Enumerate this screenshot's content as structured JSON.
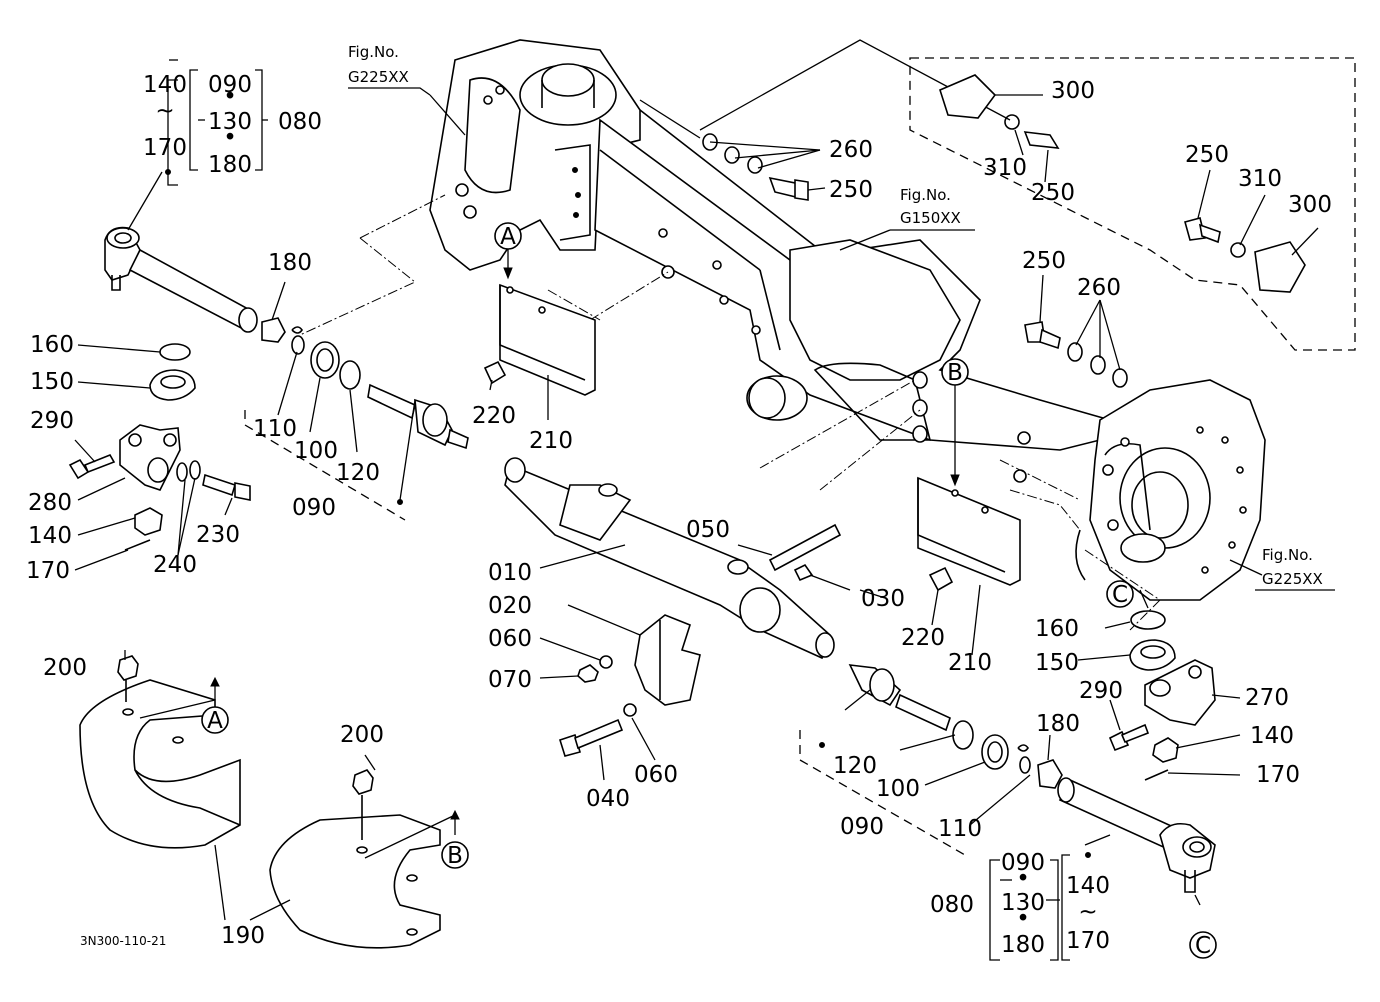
{
  "figure_refs": {
    "top_left": {
      "line1": "Fig.No.",
      "line2": "G225XX"
    },
    "center": {
      "line1": "Fig.No.",
      "line2": "G150XX"
    },
    "right": {
      "line1": "Fig.No.",
      "line2": "G225XX"
    }
  },
  "callouts": {
    "A1": "A",
    "A2": "A",
    "B1": "B",
    "B2": "B",
    "C1": "C",
    "C2": "C"
  },
  "kit_left": {
    "a_top": "140",
    "a_tilde": "~",
    "a_bot": "170",
    "b_top": "090",
    "b_dot1": "•",
    "b_mid": "130",
    "b_dot2": "•",
    "b_bot": "180",
    "assembly": "080"
  },
  "kit_right": {
    "assembly": "080",
    "b_top": "090",
    "b_dot1": "•",
    "b_mid": "130",
    "b_dot2": "•",
    "b_bot": "180",
    "a_top": "140",
    "a_tilde": "~",
    "a_bot": "170"
  },
  "labels": {
    "p180_l": "180",
    "p160_l": "160",
    "p150_l": "150",
    "p290_l": "290",
    "p280": "280",
    "p140_l": "140",
    "p170_l": "170",
    "p240": "240",
    "p230": "230",
    "p110_l": "110",
    "p100_l": "100",
    "p120_l": "120",
    "p090_l": "090",
    "p220_l": "220",
    "p210_l": "210",
    "p260_t": "260",
    "p250_t": "250",
    "p300_t": "300",
    "p310_t": "310",
    "p250_t2": "250",
    "p250_r": "250",
    "p310_r": "310",
    "p300_r": "300",
    "p250_r2": "250",
    "p260_r": "260",
    "p010": "010",
    "p020": "020",
    "p060_a": "060",
    "p070": "070",
    "p040": "040",
    "p060_b": "060",
    "p050": "050",
    "p030": "030",
    "p220_r": "220",
    "p210_r": "210",
    "p160_r": "160",
    "p150_r": "150",
    "p290_r": "290",
    "p270": "270",
    "p140_r": "140",
    "p170_r": "170",
    "p180_r": "180",
    "p120_r": "120",
    "p100_r": "100",
    "p110_r": "110",
    "p090_r": "090",
    "p200_a": "200",
    "p200_b": "200",
    "p190": "190"
  },
  "drawing_code": "3N300-110-21"
}
